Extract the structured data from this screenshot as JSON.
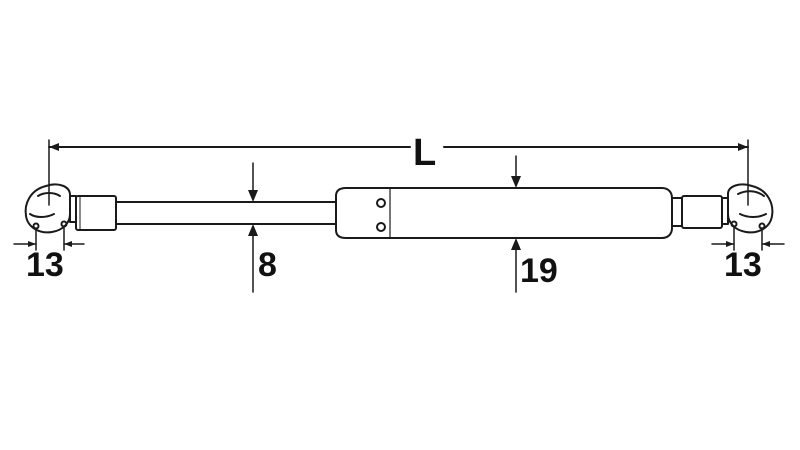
{
  "dimensions": {
    "length": "L",
    "ball_socket_left": "13",
    "rod_diameter": "8",
    "cylinder_diameter": "19",
    "ball_socket_right": "13"
  },
  "colors": {
    "line": "#1a1a1a",
    "background": "#ffffff"
  }
}
